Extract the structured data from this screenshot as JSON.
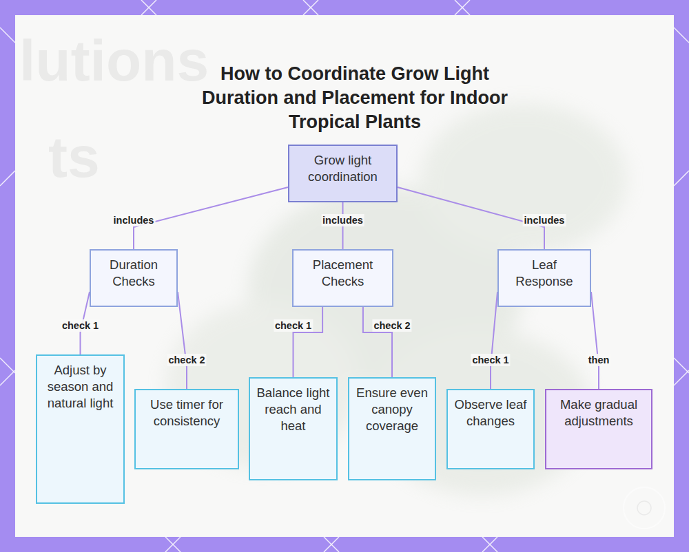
{
  "diagram": {
    "title": "How to Coordinate Grow Light Duration and Placement for Indoor Tropical Plants",
    "nodes": [
      {
        "text": [
          "Grow light coordination"
        ]
      },
      {
        "text": [
          "Duration Checks"
        ]
      },
      {
        "text": [
          "Placement Checks"
        ]
      },
      {
        "text": [
          "Leaf Response"
        ]
      },
      {
        "text": [
          "Adjust by season and natural light"
        ]
      },
      {
        "text": [
          "Use timer for consistency"
        ]
      },
      {
        "text": [
          "Balance light reach and heat"
        ]
      },
      {
        "text": [
          "Ensure even canopy coverage"
        ]
      },
      {
        "text": [
          "Observe leaf changes"
        ]
      },
      {
        "text": [
          "Make gradual adjustments"
        ]
      }
    ],
    "edges": [
      {
        "from": 0,
        "to": 1,
        "label": "includes",
        "arrow": "none"
      },
      {
        "from": 0,
        "to": 2,
        "label": "includes",
        "arrow": "none"
      },
      {
        "from": 0,
        "to": 3,
        "label": "includes",
        "arrow": "none"
      },
      {
        "from": 1,
        "to": 4,
        "label": "check 1",
        "arrow": "none"
      },
      {
        "from": 1,
        "to": 5,
        "label": "check 2",
        "arrow": "none"
      },
      {
        "from": 2,
        "to": 6,
        "label": "check 1",
        "arrow": "none"
      },
      {
        "from": 2,
        "to": 7,
        "label": "check 2",
        "arrow": "none"
      },
      {
        "from": 3,
        "to": 8,
        "label": "check 1",
        "arrow": "none"
      },
      {
        "from": 3,
        "to": 9,
        "label": "then",
        "arrow": "none"
      }
    ],
    "labels": [
      "lutions",
      "ts"
    ]
  }
}
